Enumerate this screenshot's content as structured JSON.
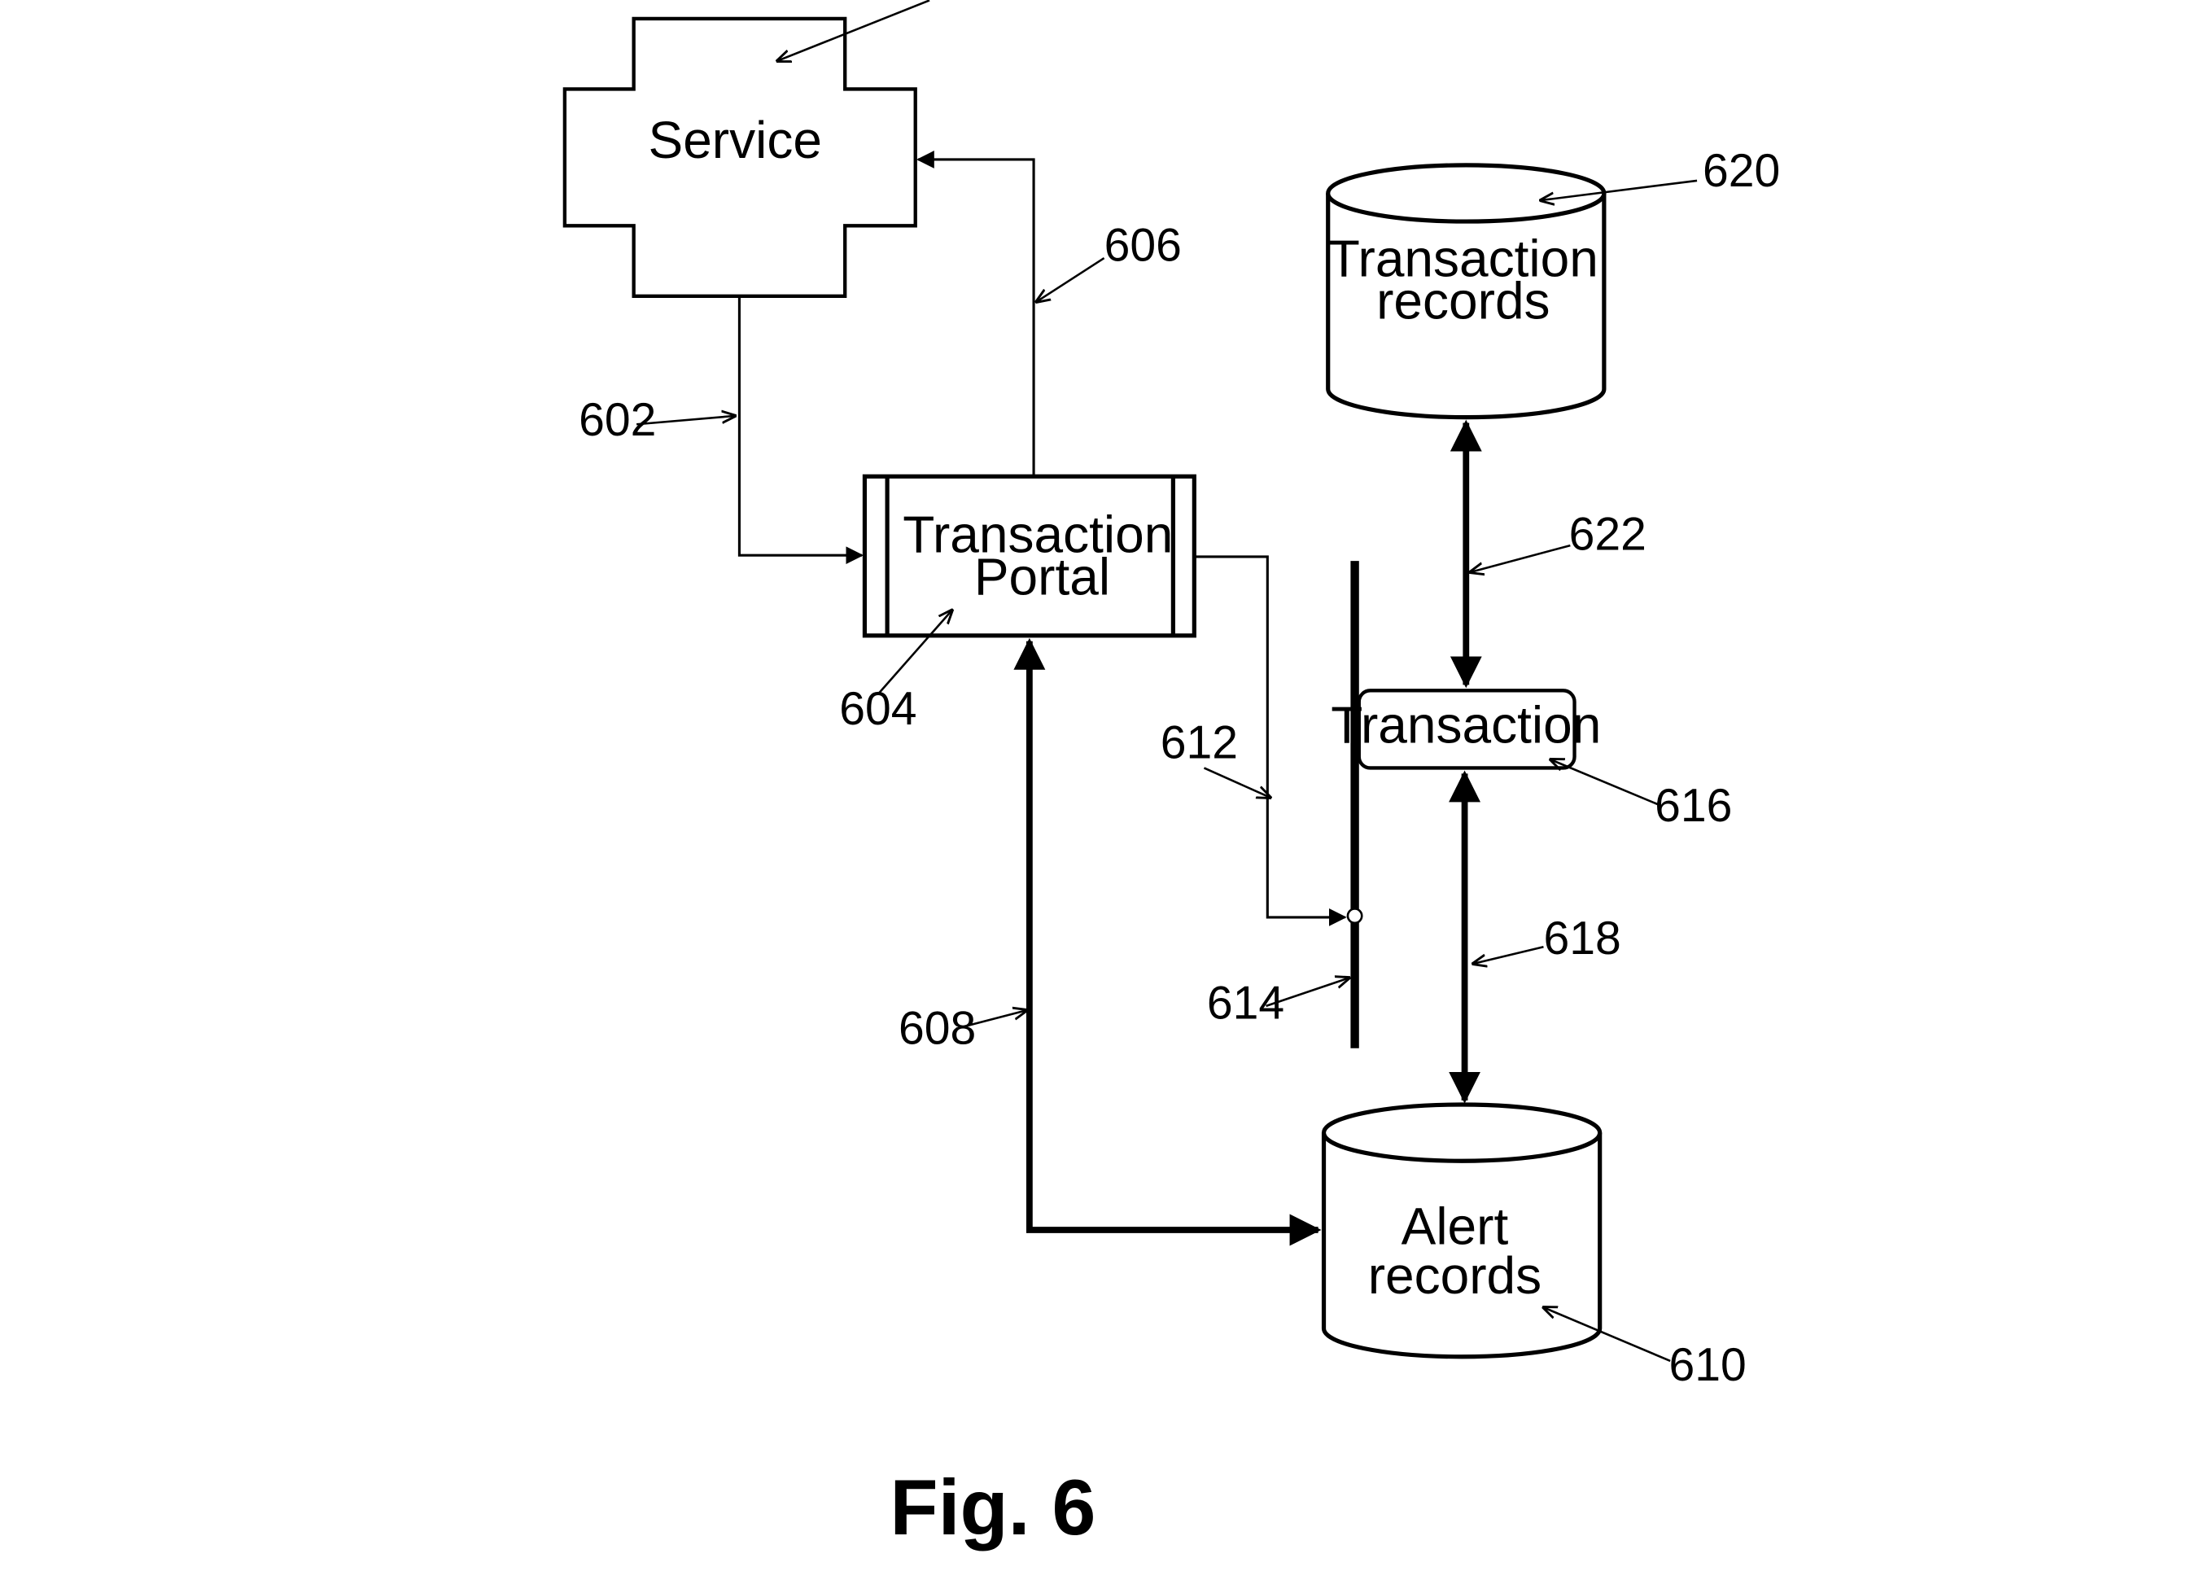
{
  "nodes": {
    "service": {
      "label": "Service"
    },
    "portal": {
      "line1": "Transaction",
      "line2": "Portal"
    },
    "transaction_records": {
      "line1": "Transaction",
      "line2": "records"
    },
    "transaction": {
      "label": "Transaction"
    },
    "alert_records": {
      "line1": "Alert",
      "line2": "records"
    }
  },
  "refs": {
    "r602": "602",
    "r604": "604",
    "r606": "606",
    "r608": "608",
    "r610": "610",
    "r612": "612",
    "r614": "614",
    "r616": "616",
    "r618": "618",
    "r620": "620",
    "r622": "622"
  },
  "caption": "Fig. 6"
}
